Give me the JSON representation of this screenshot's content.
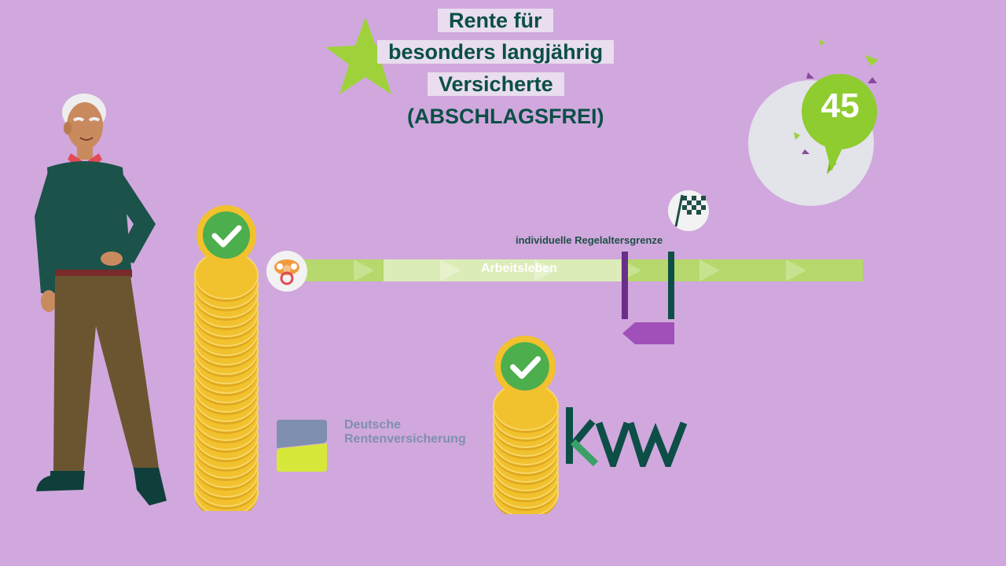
{
  "title": {
    "line1": "Rente für",
    "line2": "besonders langjährig",
    "line3": "Versicherte",
    "line4": "(ABSCHLAGSFREI)"
  },
  "badge": {
    "years": "45"
  },
  "timeline": {
    "regelalter_label": "individuelle Regelaltersgrenze",
    "arbeitsleben_label": "Arbeitsleben"
  },
  "logos": {
    "drv_line1": "Deutsche",
    "drv_line2": "Rentenversicherung",
    "kvw": "kvw"
  },
  "colors": {
    "background": "#d0a8dd",
    "title_text": "#0b4f47",
    "title_highlight": "#e9ddef",
    "accent_green": "#9fd23a",
    "coin_gold": "#f2c12e",
    "check_green": "#4cae4c",
    "purple_marker": "#6a2d8a",
    "kvw_green": "#0d4e47"
  },
  "icons": [
    "star-icon",
    "checkmark-icon",
    "pacifier-icon",
    "finish-flag-icon",
    "party-badge-icon"
  ]
}
